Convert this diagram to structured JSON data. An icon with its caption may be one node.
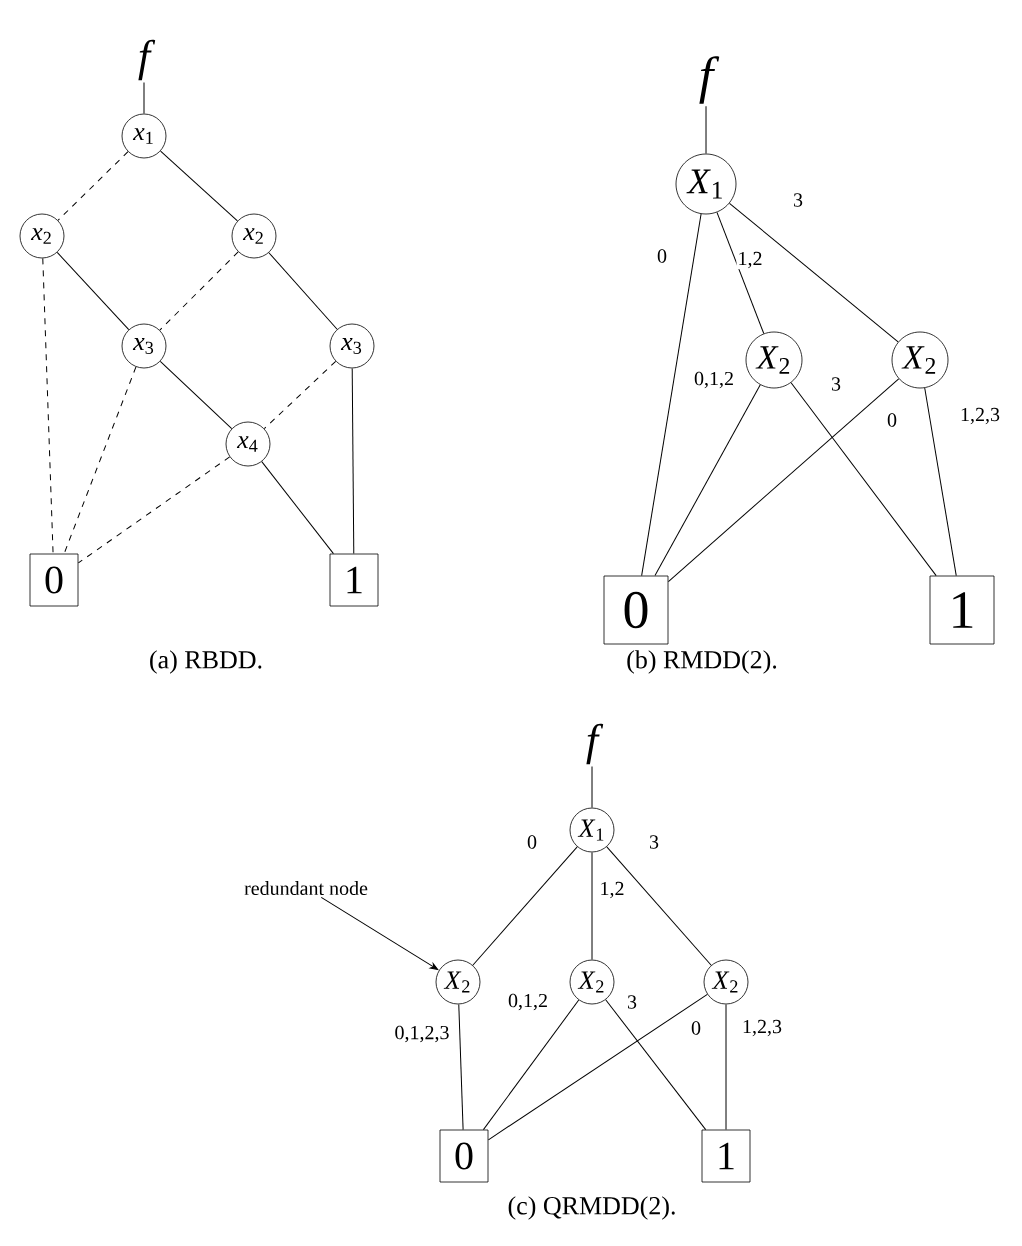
{
  "diagram": {
    "nodes": [
      {
        "text": [
          "f"
        ]
      },
      {
        "text": [
          "*x*$_{1}$"
        ]
      },
      {
        "text": [
          "*x*$_{2}$"
        ]
      },
      {
        "text": [
          "*x*$_{2}$"
        ]
      },
      {
        "text": [
          "*x*$_{3}$"
        ]
      },
      {
        "text": [
          "*x*$_{3}$"
        ]
      },
      {
        "text": [
          "*x*$_{4}$"
        ]
      },
      {
        "text": [
          "0"
        ]
      },
      {
        "text": [
          "1"
        ]
      },
      {
        "text": [
          "f"
        ]
      },
      {
        "text": [
          "*X*$_{1}$"
        ]
      },
      {
        "text": [
          "*X*$_{2}$"
        ]
      },
      {
        "text": [
          "*X*$_{2}$"
        ]
      },
      {
        "text": [
          "0"
        ]
      },
      {
        "text": [
          "1"
        ]
      },
      {
        "text": [
          "f"
        ]
      },
      {
        "text": [
          "*X*$_{1}$"
        ]
      },
      {
        "text": [
          "*X*$_{2}$"
        ]
      },
      {
        "text": [
          "*X*$_{2}$"
        ]
      },
      {
        "text": [
          "*X*$_{2}$"
        ]
      },
      {
        "text": [
          "0"
        ]
      },
      {
        "text": [
          "1"
        ]
      },
      {
        "text": [
          "redundant node"
        ]
      }
    ],
    "edges": [
      {
        "from": 0,
        "to": 1,
        "arrow": "none"
      },
      {
        "from": 1,
        "to": 2,
        "arrow": "none",
        "style": "dashed"
      },
      {
        "from": 1,
        "to": 3,
        "arrow": "none"
      },
      {
        "from": 2,
        "to": 7,
        "arrow": "none",
        "style": "dashed"
      },
      {
        "from": 2,
        "to": 4,
        "arrow": "none"
      },
      {
        "from": 3,
        "to": 4,
        "arrow": "none",
        "style": "dashed"
      },
      {
        "from": 3,
        "to": 5,
        "arrow": "none"
      },
      {
        "from": 4,
        "to": 7,
        "arrow": "none",
        "style": "dashed"
      },
      {
        "from": 4,
        "to": 6,
        "arrow": "none"
      },
      {
        "from": 5,
        "to": 6,
        "arrow": "none",
        "style": "dashed"
      },
      {
        "from": 5,
        "to": 8,
        "arrow": "none"
      },
      {
        "from": 6,
        "to": 7,
        "arrow": "none",
        "style": "dashed"
      },
      {
        "from": 6,
        "to": 8,
        "arrow": "none"
      },
      {
        "from": 9,
        "to": 10,
        "arrow": "none"
      },
      {
        "from": 10,
        "to": 13,
        "arrow": "none",
        "label": "0"
      },
      {
        "from": 10,
        "to": 11,
        "arrow": "none",
        "label": "1,2"
      },
      {
        "from": 10,
        "to": 12,
        "arrow": "none",
        "label": "3"
      },
      {
        "from": 11,
        "to": 13,
        "arrow": "none",
        "label": "0,1,2"
      },
      {
        "from": 11,
        "to": 14,
        "arrow": "none",
        "label": "3"
      },
      {
        "from": 12,
        "to": 13,
        "arrow": "none",
        "label": "0"
      },
      {
        "from": 12,
        "to": 14,
        "arrow": "none",
        "label": "1,2,3"
      },
      {
        "from": 15,
        "to": 16,
        "arrow": "none"
      },
      {
        "from": 16,
        "to": 17,
        "arrow": "none",
        "label": "0"
      },
      {
        "from": 16,
        "to": 18,
        "arrow": "none",
        "label": "1,2"
      },
      {
        "from": 16,
        "to": 19,
        "arrow": "none",
        "label": "3"
      },
      {
        "from": 17,
        "to": 20,
        "arrow": "none",
        "label": "0,1,2,3"
      },
      {
        "from": 18,
        "to": 20,
        "arrow": "none",
        "label": "0,1,2"
      },
      {
        "from": 18,
        "to": 21,
        "arrow": "none",
        "label": "3"
      },
      {
        "from": 19,
        "to": 20,
        "arrow": "none",
        "label": "0"
      },
      {
        "from": 19,
        "to": 21,
        "arrow": "none",
        "label": "1,2,3"
      },
      {
        "from": 22,
        "to": 17,
        "arrow": "to"
      }
    ],
    "labels": [
      "(a) RBDD.",
      "(b) RMDD(2).",
      "(c) QRMDD(2)."
    ]
  }
}
